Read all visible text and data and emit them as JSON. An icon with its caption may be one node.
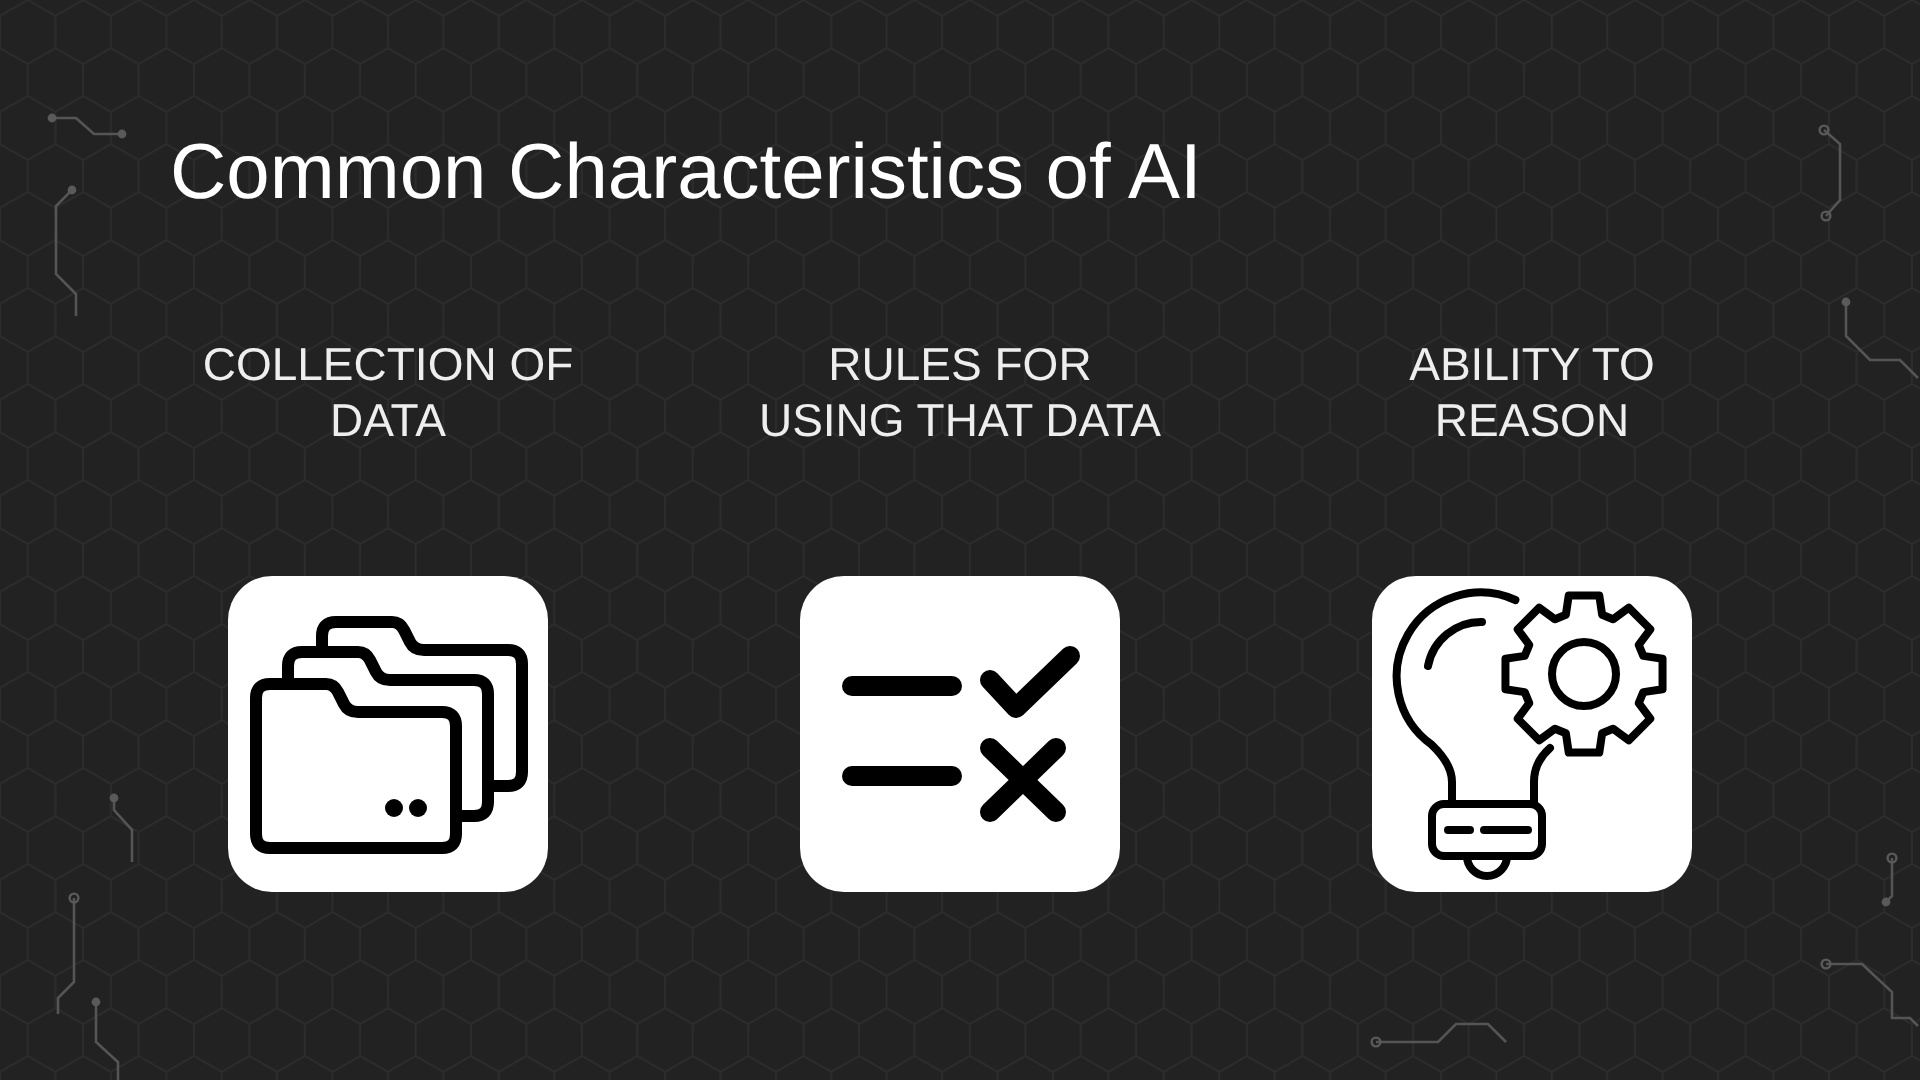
{
  "diagram": {
    "title": "Common Characteristics of AI",
    "nodes": [
      {
        "text": [
          "COLLECTION OF DATA"
        ]
      },
      {
        "text": [
          "RULES FOR USING THAT DATA"
        ]
      },
      {
        "text": [
          "ABILITY TO REASON"
        ]
      }
    ]
  }
}
